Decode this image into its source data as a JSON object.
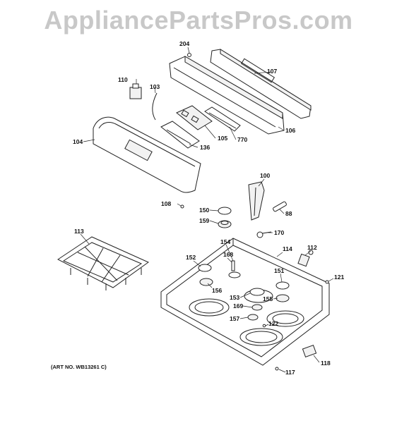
{
  "watermark": "AppliancePartsPros.com",
  "art_number": "(ART NO. WB13261 C)",
  "callouts": [
    {
      "id": "204",
      "label": "204"
    },
    {
      "id": "107",
      "label": "107"
    },
    {
      "id": "110",
      "label": "110"
    },
    {
      "id": "103",
      "label": "103"
    },
    {
      "id": "104",
      "label": "104"
    },
    {
      "id": "105",
      "label": "105"
    },
    {
      "id": "770",
      "label": "770"
    },
    {
      "id": "106",
      "label": "106"
    },
    {
      "id": "136",
      "label": "136"
    },
    {
      "id": "100",
      "label": "100"
    },
    {
      "id": "108",
      "label": "108"
    },
    {
      "id": "150",
      "label": "150"
    },
    {
      "id": "88",
      "label": "88"
    },
    {
      "id": "159",
      "label": "159"
    },
    {
      "id": "170",
      "label": "170"
    },
    {
      "id": "113",
      "label": "113"
    },
    {
      "id": "154",
      "label": "154"
    },
    {
      "id": "114",
      "label": "114"
    },
    {
      "id": "112",
      "label": "112"
    },
    {
      "id": "152",
      "label": "152"
    },
    {
      "id": "168",
      "label": "168"
    },
    {
      "id": "151",
      "label": "151"
    },
    {
      "id": "121",
      "label": "121"
    },
    {
      "id": "156",
      "label": "156"
    },
    {
      "id": "153",
      "label": "153"
    },
    {
      "id": "155",
      "label": "155"
    },
    {
      "id": "169",
      "label": "169"
    },
    {
      "id": "157",
      "label": "157"
    },
    {
      "id": "122",
      "label": "122"
    },
    {
      "id": "118",
      "label": "118"
    },
    {
      "id": "117",
      "label": "117"
    }
  ]
}
